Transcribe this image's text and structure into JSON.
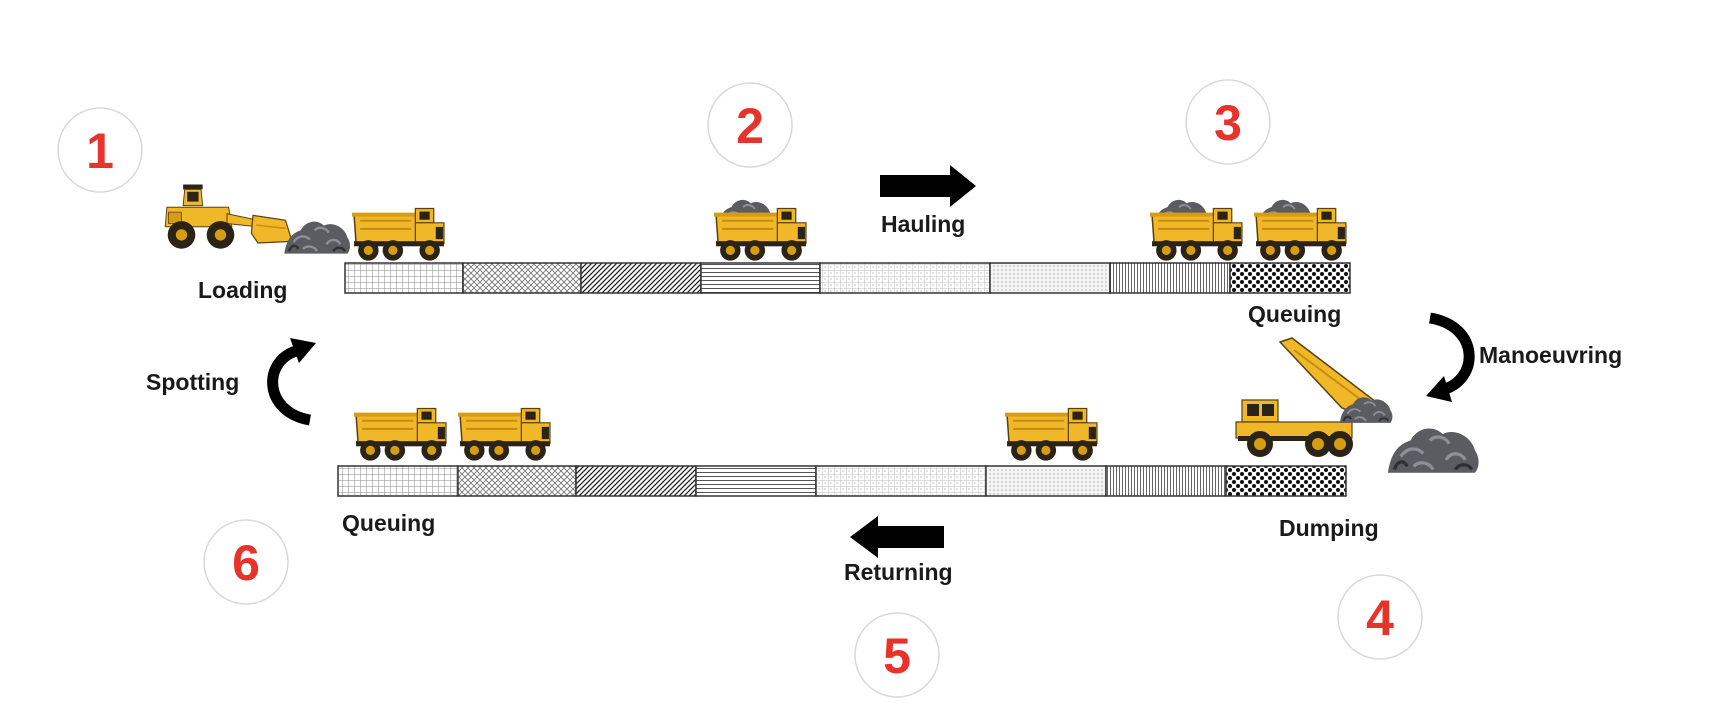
{
  "colors": {
    "step_number": "#e8332a",
    "step_circle_border": "#d9d9d9",
    "truck_body": "#f0b828",
    "truck_dark": "#2b2416",
    "rock": "#5a5c62",
    "arrow": "#000000"
  },
  "steps": [
    {
      "number": "1",
      "label": "Loading"
    },
    {
      "number": "2",
      "label": "Hauling"
    },
    {
      "number": "3",
      "label": "Queuing"
    },
    {
      "number": "4",
      "label": "Dumping"
    },
    {
      "number": "5",
      "label": "Returning"
    },
    {
      "number": "6",
      "label": "Queuing"
    }
  ],
  "transitions": {
    "spotting": "Spotting",
    "manoeuvring": "Manoeuvring"
  },
  "icons": {
    "loader": "wheel-loader-icon",
    "truck": "haul-truck-icon",
    "dump_truck": "tipping-truck-icon",
    "rock_pile": "rock-pile-icon",
    "direction_arrow": "arrow-icon",
    "curved_arrow": "curved-arrow-icon"
  }
}
